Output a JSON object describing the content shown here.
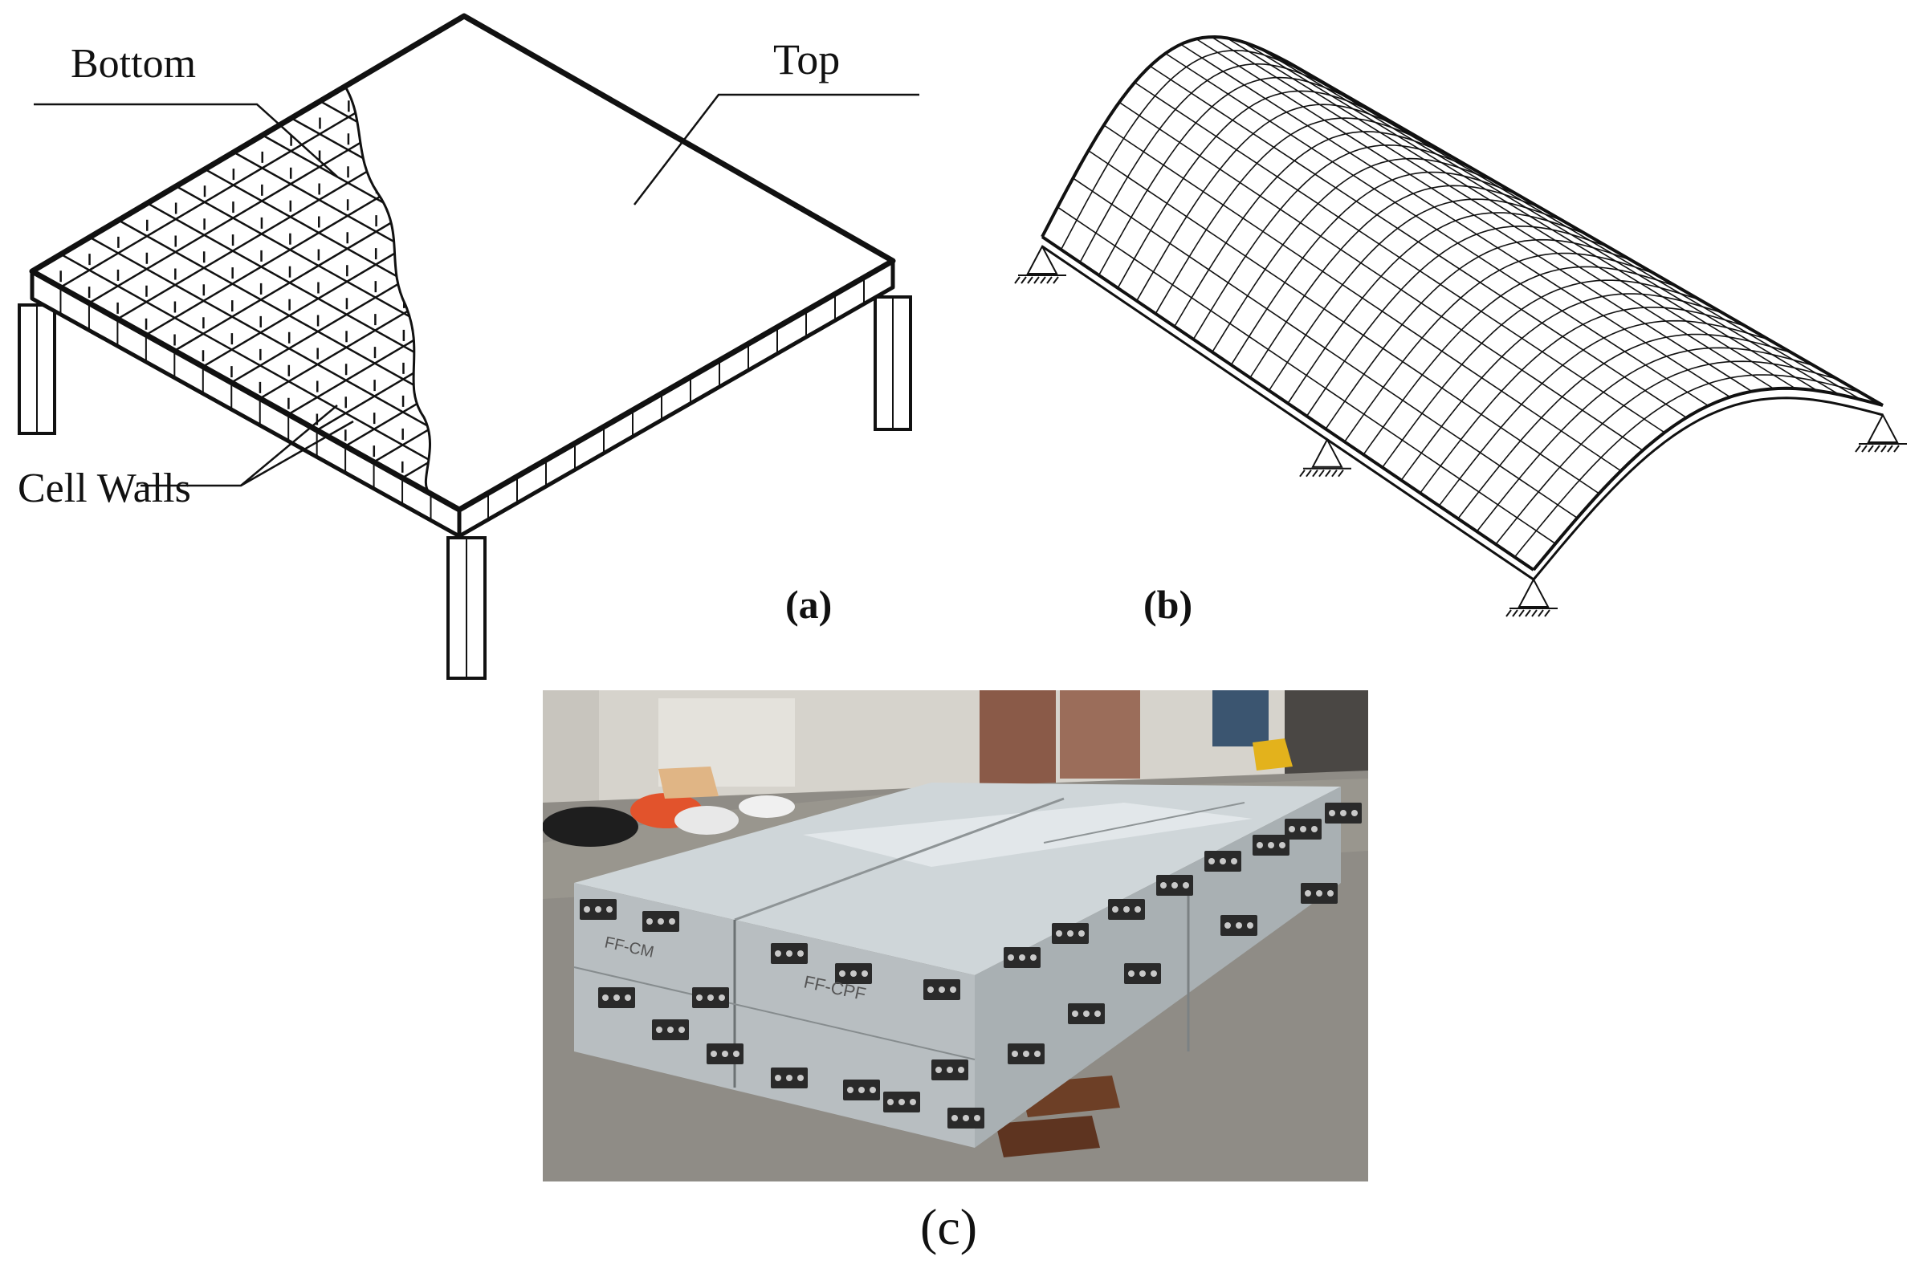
{
  "panel_a": {
    "label_bottom": "Bottom",
    "label_top": "Top",
    "label_cell_walls": "Cell Walls",
    "caption": "(a)"
  },
  "panel_b": {
    "caption": "(b)"
  },
  "panel_c": {
    "caption": "(c)",
    "photo_markings": [
      "FF-CM",
      "FF-CPF"
    ]
  },
  "colors": {
    "line": "#111111",
    "panel_grey": "#b9c0c4",
    "panel_top": "#d4dadd",
    "floor": "#8d8a84",
    "wall": "#d9d6cf"
  }
}
